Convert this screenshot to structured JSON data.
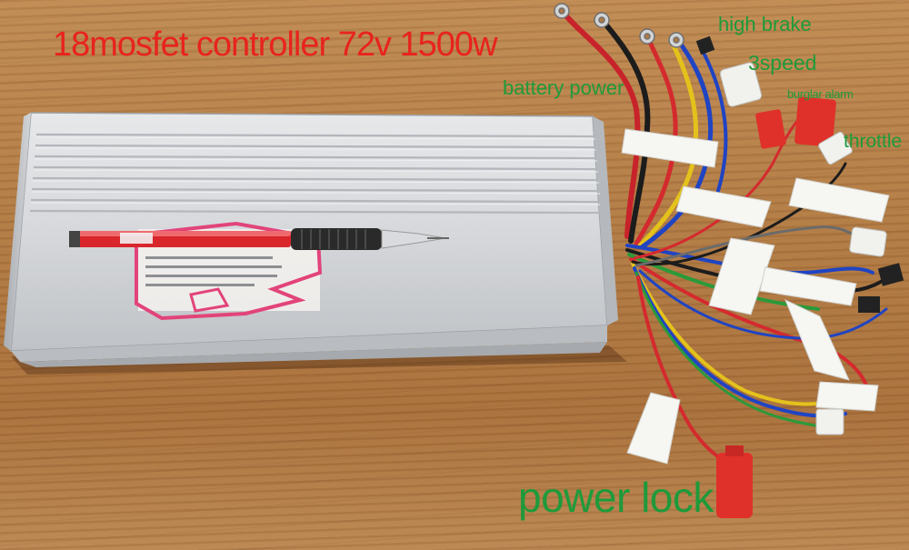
{
  "title": "18mosfet controller 72v 1500w",
  "labels": {
    "battery_power": "battery power",
    "high_brake": "high brake",
    "three_speed": "3speed",
    "burglar_alarm": "burglar alarm",
    "throttle": "throttle",
    "power_lock": "power lock"
  },
  "colors": {
    "title": "#e8231f",
    "label": "#1f9a3a",
    "wood": "#b07a44",
    "aluminium": "#d7d9db",
    "pen_red": "#d8262b",
    "connector_red": "#e0302a"
  }
}
